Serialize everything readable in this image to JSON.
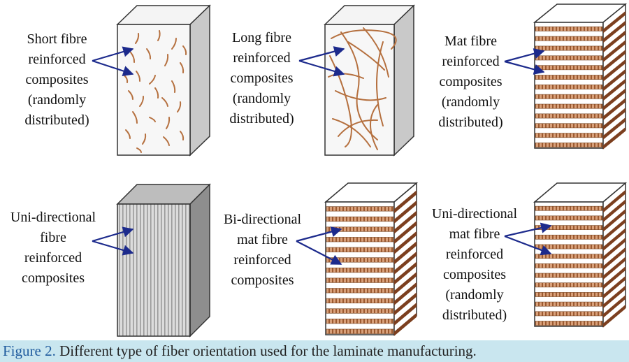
{
  "labels": {
    "short_fibre": [
      "Short fibre",
      "reinforced",
      "composites",
      "(randomly",
      "distributed)"
    ],
    "long_fibre": [
      "Long fibre",
      "reinforced",
      "composites",
      "(randomly",
      "distributed)"
    ],
    "mat_fibre": [
      "Mat fibre",
      "reinforced",
      "composites",
      "(randomly",
      "distributed)"
    ],
    "uni_fibre": [
      "Uni-directional",
      "fibre",
      "reinforced",
      "composites"
    ],
    "bi_mat": [
      "Bi-directional",
      "mat fibre",
      "reinforced",
      "composites"
    ],
    "uni_mat": [
      "Uni-directional",
      "mat fibre",
      "reinforced",
      "composites",
      "(randomly",
      "distributed)"
    ]
  },
  "caption": {
    "figure_label": "Figure 2.",
    "text": "Different type of fiber orientation used for the laminate manufacturing."
  },
  "colors": {
    "fiber": "#b5703f",
    "arrow": "#1c2a8c",
    "block_side": "#c9c9c9",
    "uni_front": "#d4d4d4",
    "uni_side": "#8e8e8e",
    "caption_bg": "#c9e6ef",
    "caption_label": "#1f5b9e"
  }
}
